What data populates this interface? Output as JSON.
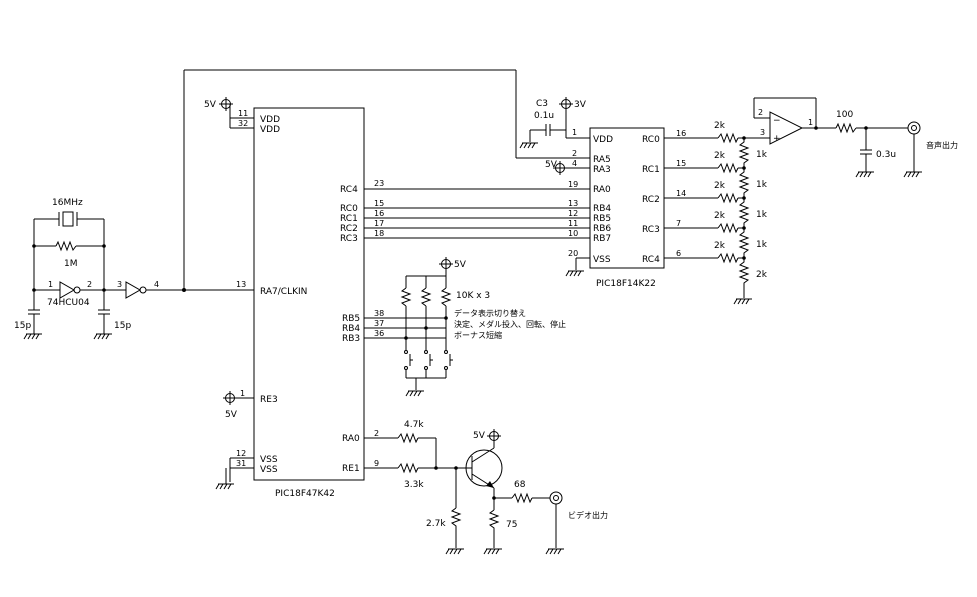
{
  "mcu_main": {
    "name": "PIC18F47K42",
    "left_pins": [
      {
        "num": "11",
        "name": "VDD"
      },
      {
        "num": "32",
        "name": "VDD"
      },
      {
        "num": "13",
        "name": "RA7/CLKIN"
      },
      {
        "num": "1",
        "name": "RE3"
      },
      {
        "num": "12",
        "name": "VSS"
      },
      {
        "num": "31",
        "name": "VSS"
      }
    ],
    "right_pins": [
      {
        "num": "23",
        "name": "RC4"
      },
      {
        "num": "15",
        "name": "RC0"
      },
      {
        "num": "16",
        "name": "RC1"
      },
      {
        "num": "17",
        "name": "RC2"
      },
      {
        "num": "18",
        "name": "RC3"
      },
      {
        "num": "38",
        "name": "RB5"
      },
      {
        "num": "37",
        "name": "RB4"
      },
      {
        "num": "36",
        "name": "RB3"
      },
      {
        "num": "2",
        "name": "RA0"
      },
      {
        "num": "9",
        "name": "RE1"
      }
    ]
  },
  "mcu_sound": {
    "name": "PIC18F14K22",
    "left_pins": [
      {
        "num": "1",
        "name": "VDD"
      },
      {
        "num": "2",
        "name": "RA5"
      },
      {
        "num": "4",
        "name": "RA3"
      },
      {
        "num": "19",
        "name": "RA0"
      },
      {
        "num": "13",
        "name": "RB4"
      },
      {
        "num": "12",
        "name": "RB5"
      },
      {
        "num": "11",
        "name": "RB6"
      },
      {
        "num": "10",
        "name": "RB7"
      },
      {
        "num": "20",
        "name": "VSS"
      }
    ],
    "right_pins": [
      {
        "num": "16",
        "name": "RC0"
      },
      {
        "num": "15",
        "name": "RC1"
      },
      {
        "num": "14",
        "name": "RC2"
      },
      {
        "num": "7",
        "name": "RC3"
      },
      {
        "num": "6",
        "name": "RC4"
      }
    ]
  },
  "oscillator": {
    "crystal": "16MHz",
    "feedback_resistor": "1M",
    "inverter": "74HCU04",
    "cap_left": "15p",
    "cap_right": "15p",
    "inv1_in": "1",
    "inv1_out": "2",
    "buf_in": "3",
    "buf_out": "4"
  },
  "power": {
    "v5": "5V",
    "v3": "3V",
    "c3_ref": "C3",
    "c3_val": "0.1u"
  },
  "dac": {
    "series": [
      "2k",
      "2k",
      "2k",
      "2k",
      "2k"
    ],
    "ladder": [
      "1k",
      "1k",
      "1k",
      "1k",
      "2k"
    ]
  },
  "audio": {
    "op_in_neg": "2",
    "op_in_pos": "3",
    "op_out": "1",
    "minus_sign": "−",
    "plus_sign": "+",
    "out_resistor": "100",
    "out_cap": "0.3u",
    "label": "音声出力"
  },
  "buttons": {
    "pullups": "10K x 3",
    "note1": "データ表示切り替え",
    "note2": "決定、メダル投入、回転、停止",
    "note3": "ボーナス短縮"
  },
  "video": {
    "r_ra0": "4.7k",
    "r_re1": "3.3k",
    "r_base": "2.7k",
    "r_emitter": "75",
    "r_out": "68",
    "label": "ビデオ出力"
  }
}
